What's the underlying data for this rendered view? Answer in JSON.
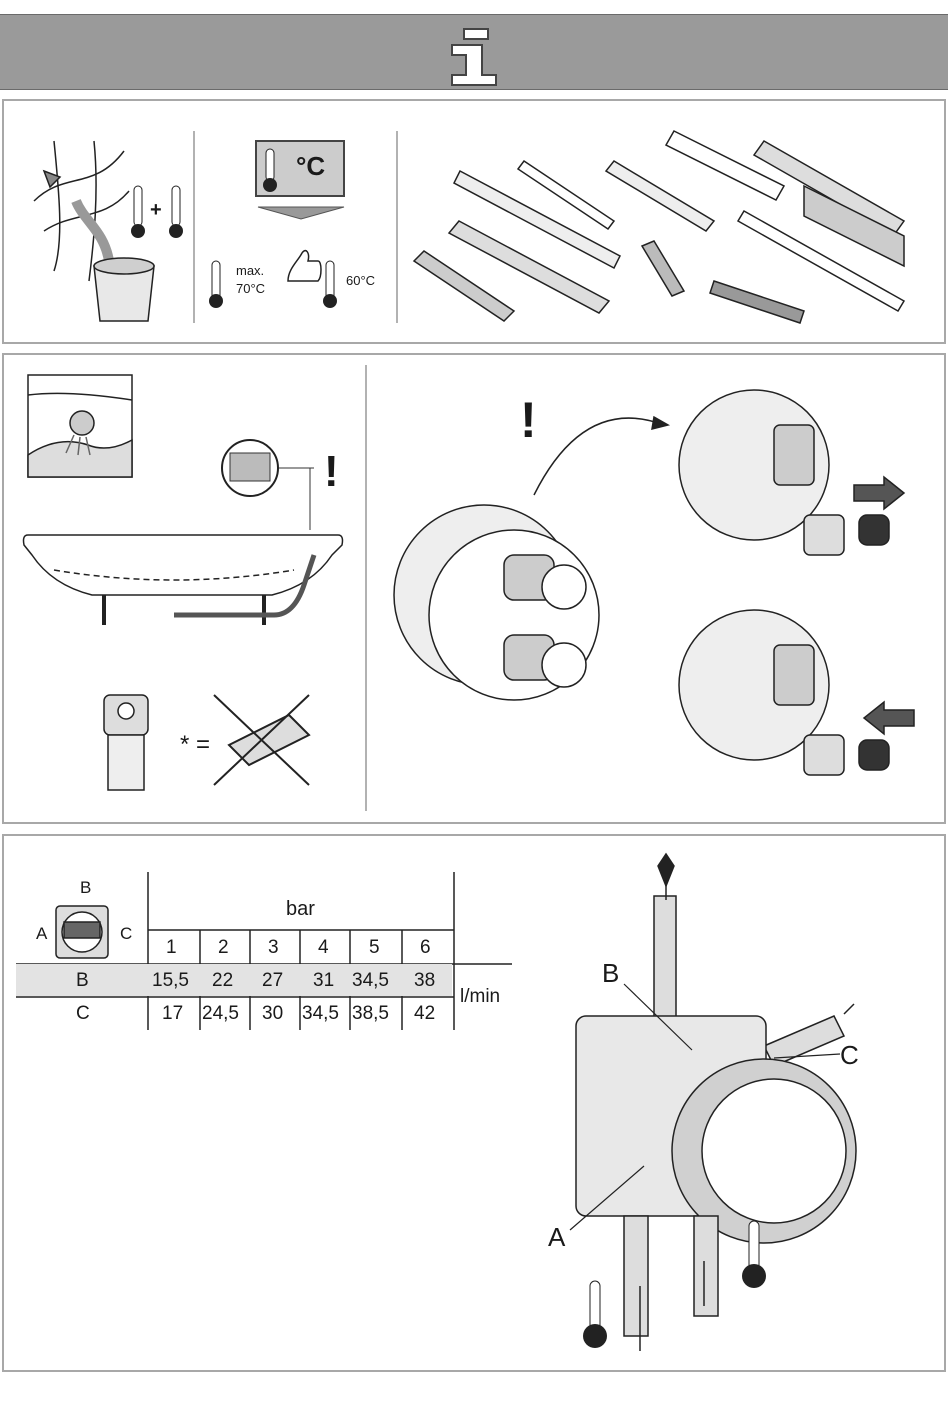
{
  "header": {
    "info_symbol": "info-icon"
  },
  "panel1": {
    "temp_unit": "°C",
    "plus": "+",
    "max_label": "max.",
    "max_temp": "70°C",
    "recommended_temp": "60°C"
  },
  "panel2": {
    "warning_mark_1": "!",
    "warning_mark_2": "!",
    "asterisk_equals": "* ="
  },
  "flow_table": {
    "unit_header": "bar",
    "pressures": [
      "1",
      "2",
      "3",
      "4",
      "5",
      "6"
    ],
    "flow_unit": "l/min",
    "outlet_labels": {
      "a": "A",
      "b": "B",
      "c": "C"
    },
    "rows": [
      {
        "outlet": "B",
        "values": [
          "15,5",
          "22",
          "27",
          "31",
          "34,5",
          "38"
        ]
      },
      {
        "outlet": "C",
        "values": [
          "17",
          "24,5",
          "30",
          "34,5",
          "38,5",
          "42"
        ]
      }
    ]
  },
  "diagram_labels": {
    "a": "A",
    "b": "B",
    "c": "C"
  },
  "colors": {
    "banner": "#9a9a9a",
    "row_highlight": "#e3e3e3",
    "line": "#1a1a1a"
  }
}
